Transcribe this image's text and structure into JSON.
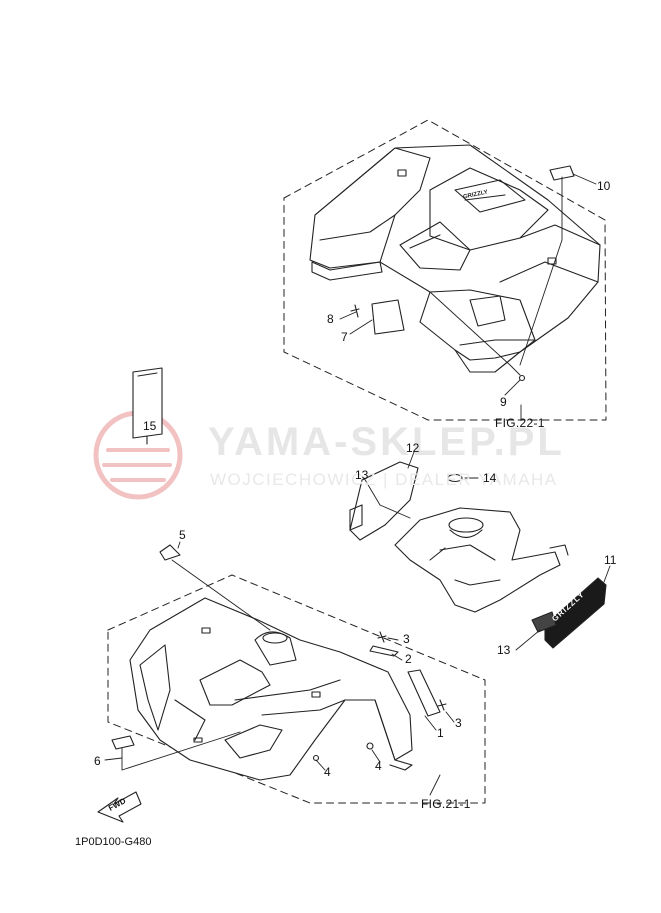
{
  "watermark": {
    "title": "YAMA-SKLEP.PL",
    "subtitle": "WOJCIECHOWICZ | DEALER YAMAHA",
    "color": "#e8a5a5"
  },
  "callouts": {
    "c1": "1",
    "c2": "2",
    "c3a": "3",
    "c3b": "3",
    "c4a": "4",
    "c4b": "4",
    "c5": "5",
    "c6": "6",
    "c7": "7",
    "c8": "8",
    "c9": "9",
    "c10": "10",
    "c11": "11",
    "c12": "12",
    "c13a": "13",
    "c13b": "13",
    "c14": "14",
    "c15": "15"
  },
  "figures": {
    "rear": "FIG.22-1",
    "front": "FIG.21-1"
  },
  "arrow_label": "FWD",
  "tank_label_text": "GRIZZLY",
  "rear_badge_text": "GRIZZLY",
  "diagram_code": "1P0D100-G480"
}
